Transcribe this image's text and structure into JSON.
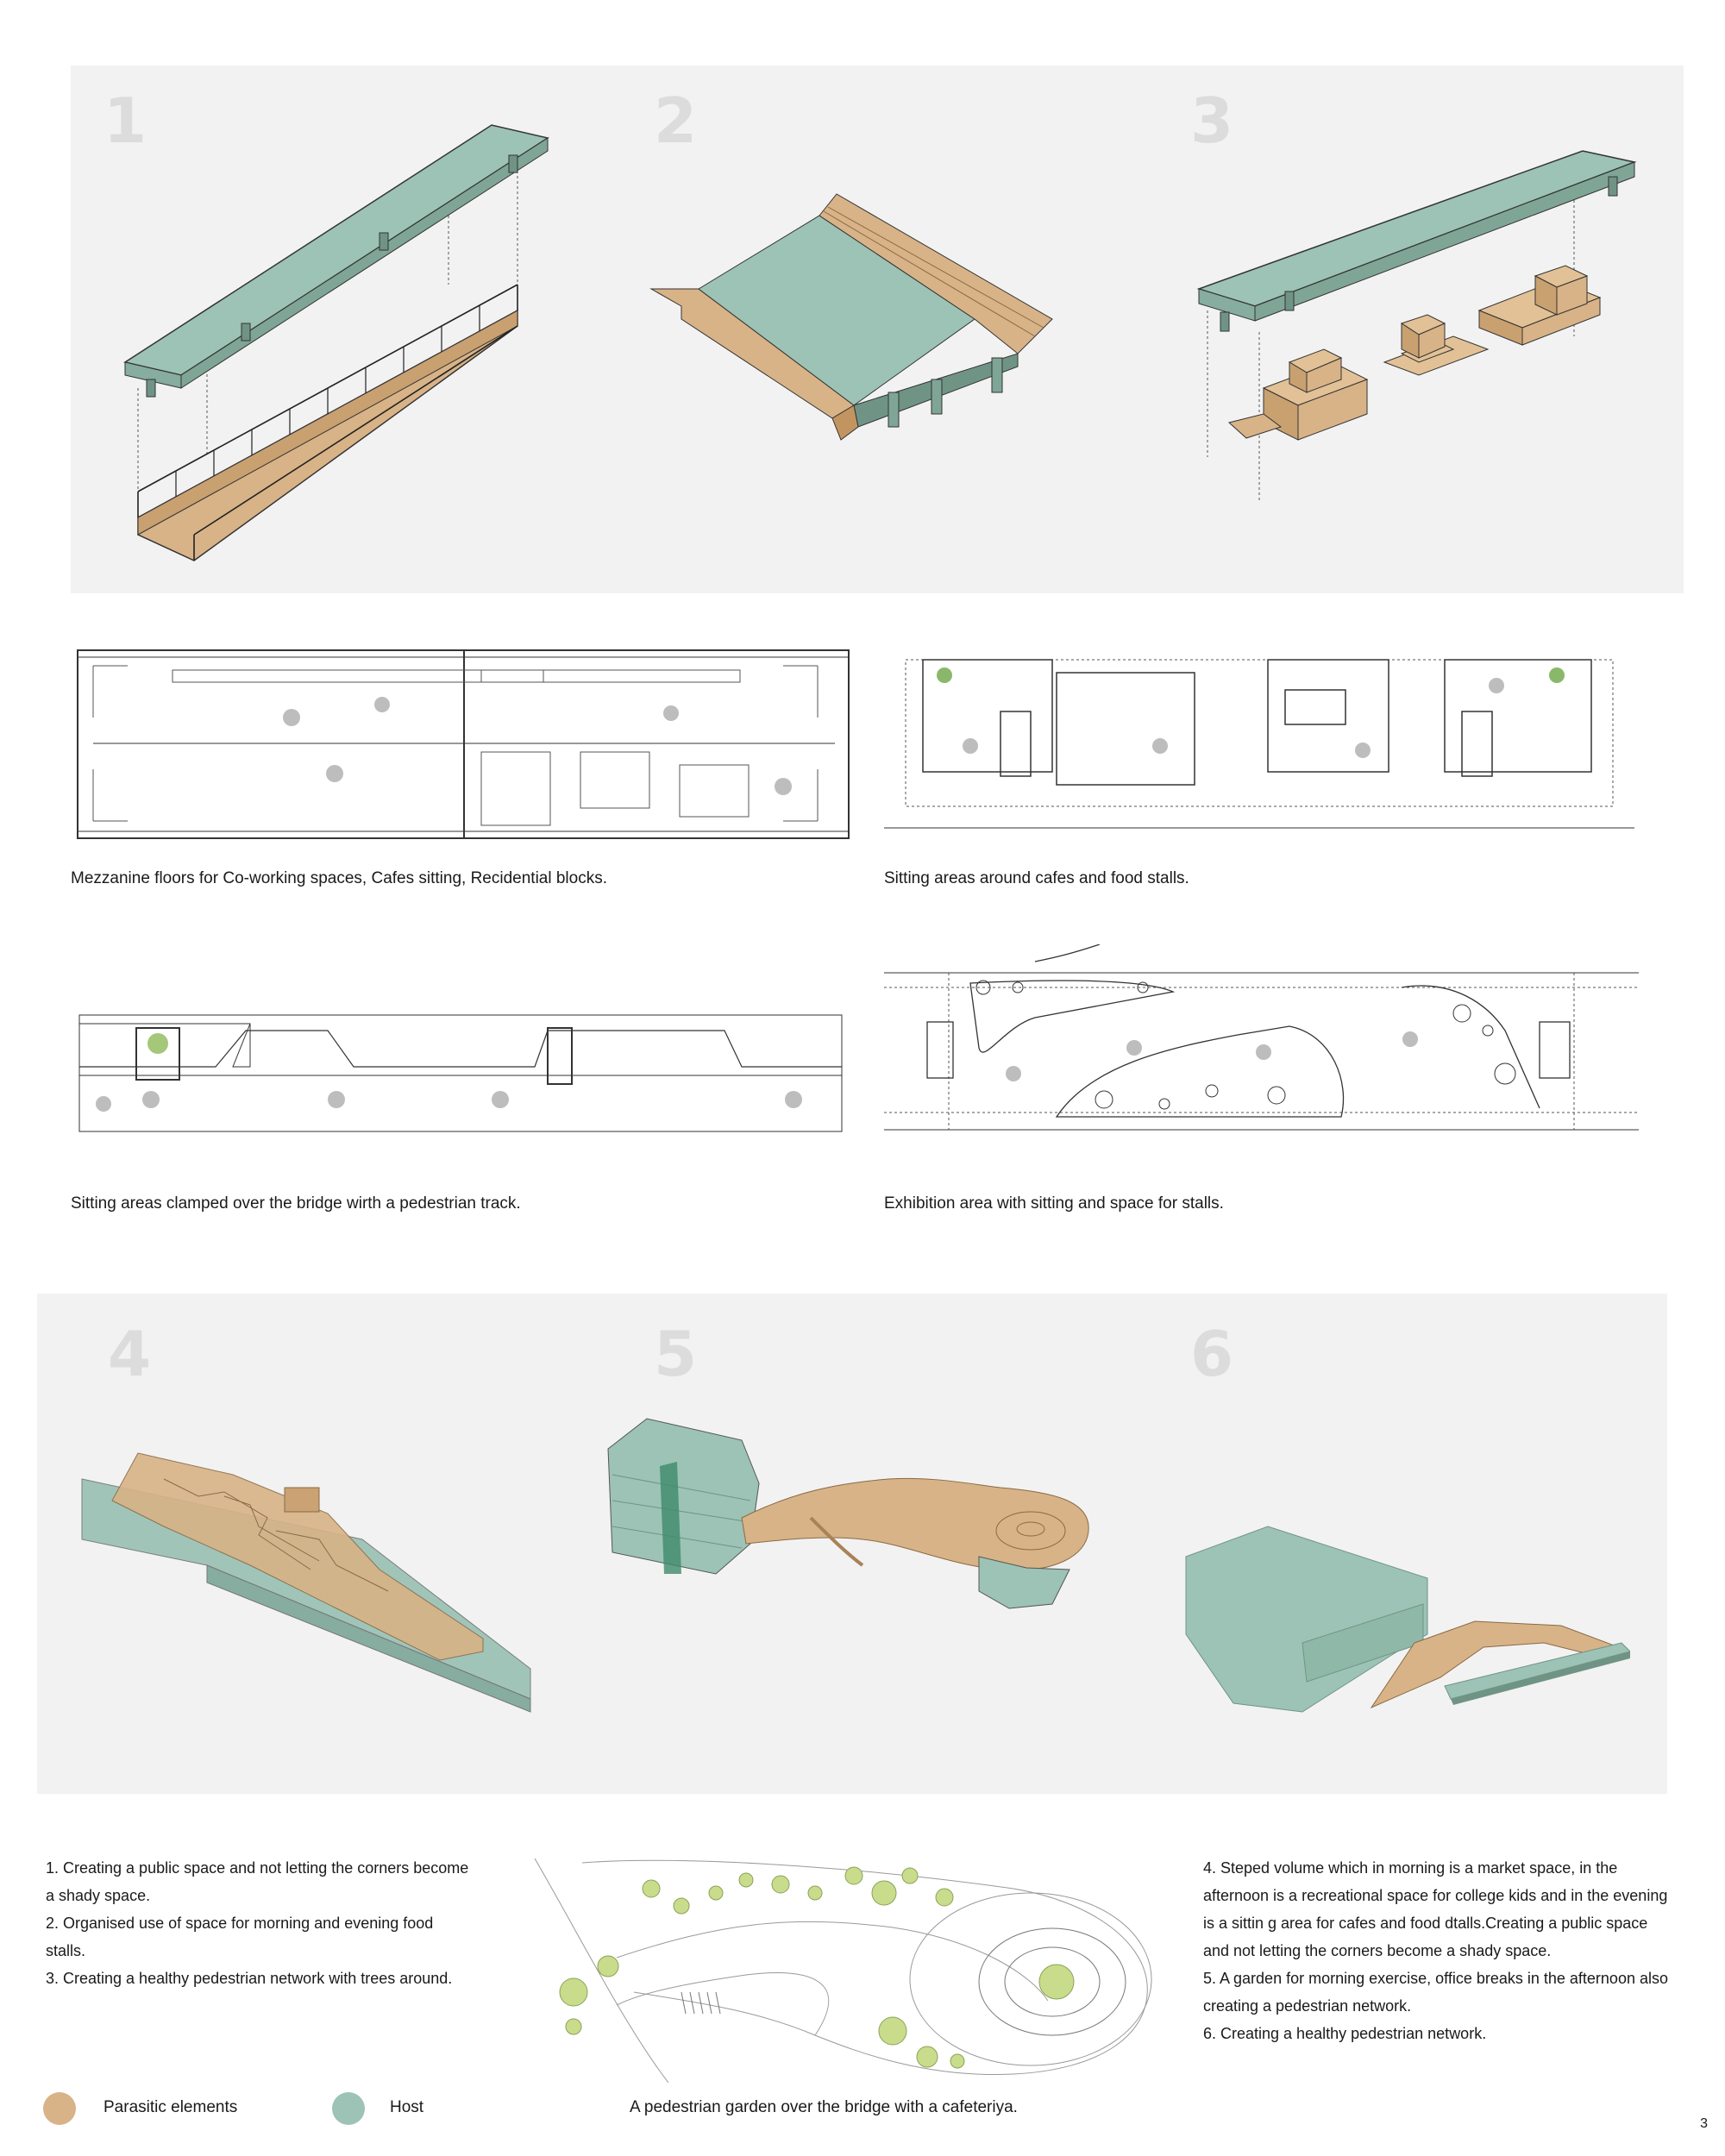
{
  "colors": {
    "host": "#9cc3b5",
    "parasitic": "#d8b387",
    "panel": "#f2f2f2",
    "number": "#dcdcdc"
  },
  "steps_top": [
    "1",
    "2",
    "3"
  ],
  "steps_bottom": [
    "4",
    "5",
    "6"
  ],
  "captions": {
    "mezzanine": "Mezzanine floors for Co-working spaces, Cafes sitting, Recidential blocks.",
    "sitting_cafes": "Sitting areas around cafes and food stalls.",
    "sitting_clamped": "Sitting areas clamped over the bridge wirth a pedestrian track.",
    "exhibition": "Exhibition area with sitting and space for stalls.",
    "garden": "A pedestrian garden over the bridge with a cafeteriya."
  },
  "notes_left": [
    "1. Creating a public space and not letting the corners become a shady space.",
    "2. Organised use of space for morning and evening food stalls.",
    "3. Creating a healthy pedestrian network with trees around."
  ],
  "notes_right": [
    "4. Steped volume which in morning is a market space, in the afternoon is a recreational space for college kids and in the evening is a sittin g area for cafes and food dtalls.Creating a public space and not letting the corners become a shady space.",
    "5. A garden for morning exercise, office breaks in the afternoon also creating a pedestrian network.",
    "6. Creating a healthy pedestrian network."
  ],
  "legend": {
    "parasitic": "Parasitic elements",
    "host": "Host"
  },
  "page_number": "3"
}
